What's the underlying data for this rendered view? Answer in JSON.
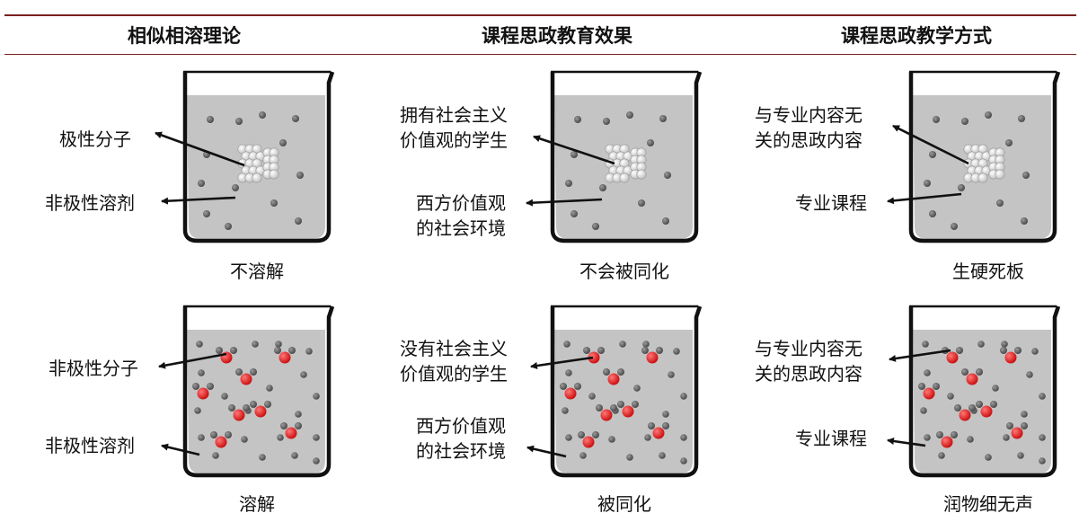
{
  "headers": {
    "col1": "相似相溶理论",
    "col2": "课程思政教育效果",
    "col3": "课程思政教学方式"
  },
  "panels": [
    {
      "labels": [
        "极性分子",
        "非极性溶剂"
      ],
      "caption": "不溶解"
    },
    {
      "labels": [
        "拥有社会主义",
        "价值观的学生",
        "西方价值观",
        "的社会环境"
      ],
      "caption": "不会被同化"
    },
    {
      "labels": [
        "与专业内容无",
        "关的思政内容",
        "专业课程"
      ],
      "caption": "生硬死板"
    },
    {
      "labels": [
        "非极性分子",
        "非极性溶剂"
      ],
      "caption": "溶解"
    },
    {
      "labels": [
        "没有社会主义",
        "价值观的学生",
        "西方价值观",
        "的社会环境"
      ],
      "caption": "被同化"
    },
    {
      "labels": [
        "与专业内容无",
        "关的思政内容",
        "专业课程"
      ],
      "caption": "润物细无声"
    }
  ],
  "colors": {
    "rule": "#7b1f1f",
    "liquid": "#c4c4c4",
    "solvent_molecule": "#4a4a4a",
    "solute_atom": "#cc1111",
    "cluster": "#f4f4f4"
  }
}
